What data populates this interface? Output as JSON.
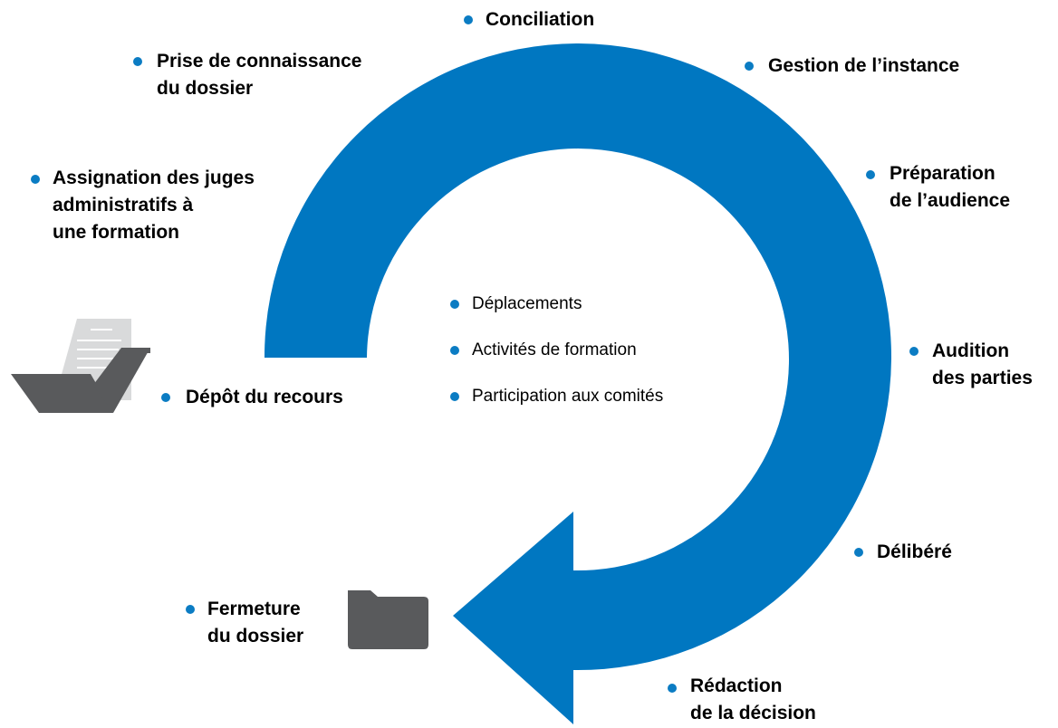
{
  "colors": {
    "arrow": "#0077C1",
    "bullet": "#0B7CC3",
    "folder": "#595A5C",
    "paper": "#D9DADB"
  },
  "icons": {
    "document_tray": "document-tray-icon",
    "folder": "folder-icon"
  },
  "steps": {
    "conciliation": [
      "Conciliation"
    ],
    "prise": [
      "Prise de connaissance",
      "du dossier"
    ],
    "gestion": [
      "Gestion de l’instance"
    ],
    "assignation": [
      "Assignation des juges",
      "administratifs à",
      "une formation"
    ],
    "preparation": [
      "Préparation",
      "de l’audience"
    ],
    "depot": [
      "Dépôt du recours"
    ],
    "audition": [
      "Audition",
      "des parties"
    ],
    "delibere": [
      "Délibéré"
    ],
    "fermeture": [
      "Fermeture",
      "du dossier"
    ],
    "redaction": [
      "Rédaction",
      "de la décision"
    ]
  },
  "center_items": [
    "Déplacements",
    "Activités de formation",
    "Participation aux comités"
  ]
}
